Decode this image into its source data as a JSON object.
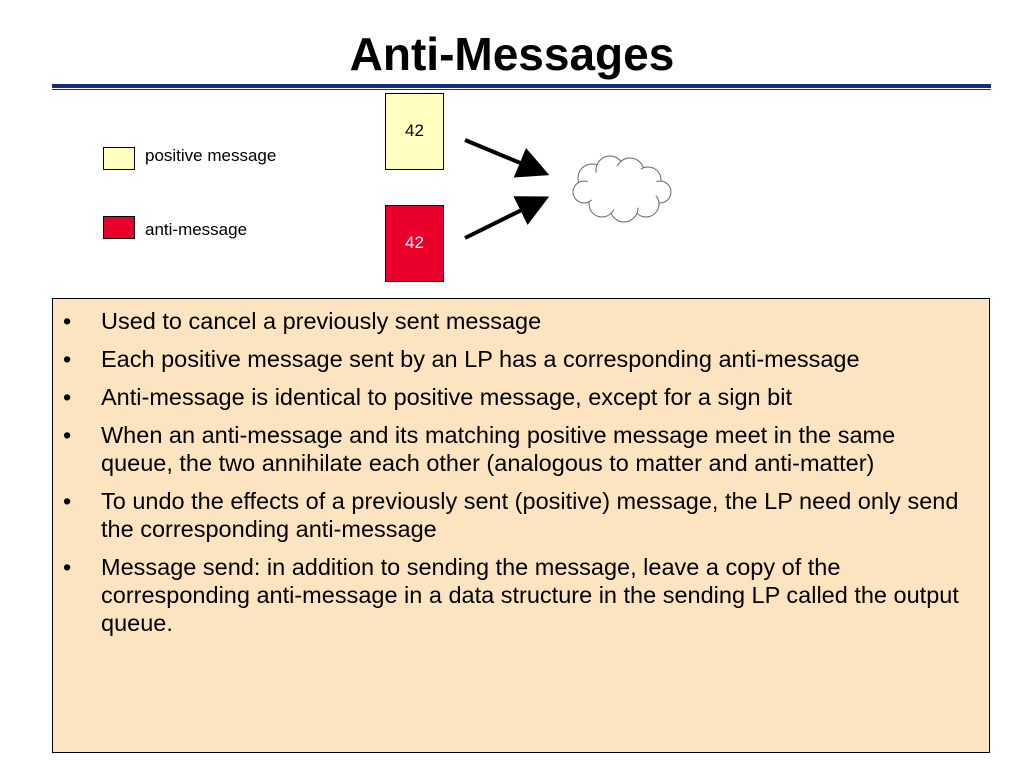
{
  "title": "Anti-Messages",
  "legend": [
    {
      "label": "positive message",
      "color": "#ffffc0"
    },
    {
      "label": "anti-message",
      "color": "#e8002a"
    }
  ],
  "diagram": {
    "positive_value": "42",
    "anti_value": "42",
    "positive_color": "#ffffc0",
    "anti_color": "#e8002a"
  },
  "bullet_glyph": "•",
  "bullets": [
    "Used to cancel a previously sent message",
    "Each positive message sent by an LP has a corresponding anti-message",
    "Anti-message is identical to positive message, except for a sign bit",
    "When an anti-message and its matching positive message meet in the same queue, the two annihilate each other (analogous to matter and anti-matter)",
    "To undo the effects of a previously sent (positive) message, the LP need only send the corresponding anti-message",
    "Message send: in addition to sending the message, leave a copy of the corresponding anti-message in a data structure in the sending LP called the output queue."
  ],
  "colors": {
    "accent_rule": "#1a2a8c",
    "content_background": "#fce4c0"
  }
}
